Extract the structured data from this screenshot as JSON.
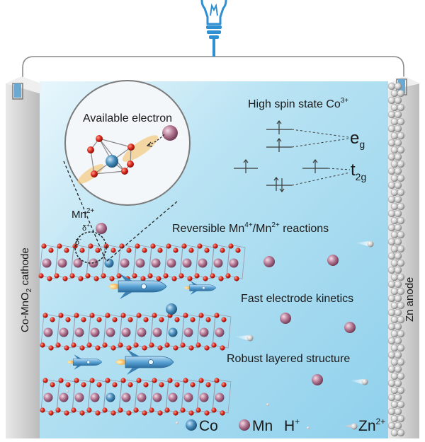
{
  "labels": {
    "cathode": "Co-MnO",
    "cathode_sub": "2",
    "cathode_tail": " cathode",
    "anode": "Zn anode",
    "available_electron": "Available electron",
    "mn2": "Mn",
    "mn2_sup": "2+",
    "delta_plus": "δ",
    "delta_plus_sup": "+",
    "delta_minus": "δ",
    "delta_minus_sup": "-",
    "spin_state": "High spin state Co",
    "spin_state_sup": "3+",
    "eg": "e",
    "eg_sub": "g",
    "t2g": "t",
    "t2g_sub": "2g",
    "reversible_a": "Reversible Mn",
    "reversible_sup1": "4+",
    "reversible_b": "/Mn",
    "reversible_sup2": "2+",
    "reversible_c": " reactions",
    "fast_kinetics": "Fast electrode kinetics",
    "robust_structure": "Robust layered structure"
  },
  "legend": [
    {
      "label": "Co",
      "sup": "",
      "kind": "co"
    },
    {
      "label": "Mn",
      "sup": "",
      "kind": "mn"
    },
    {
      "label": "H",
      "sup": "+",
      "kind": "h"
    },
    {
      "label": "Zn",
      "sup": "2+",
      "kind": "zn"
    }
  ],
  "colors": {
    "electrolyte": "#a9dcef",
    "co_atom": "#3f88b5",
    "mn_atom": "#b0738e",
    "oxygen": "#d12a20",
    "lightbulb": "#2f8fd0",
    "rocket": "#5aa3d6",
    "wall": "#c9c9c9"
  },
  "icons": [
    "lightbulb-icon",
    "rocket-icon"
  ]
}
